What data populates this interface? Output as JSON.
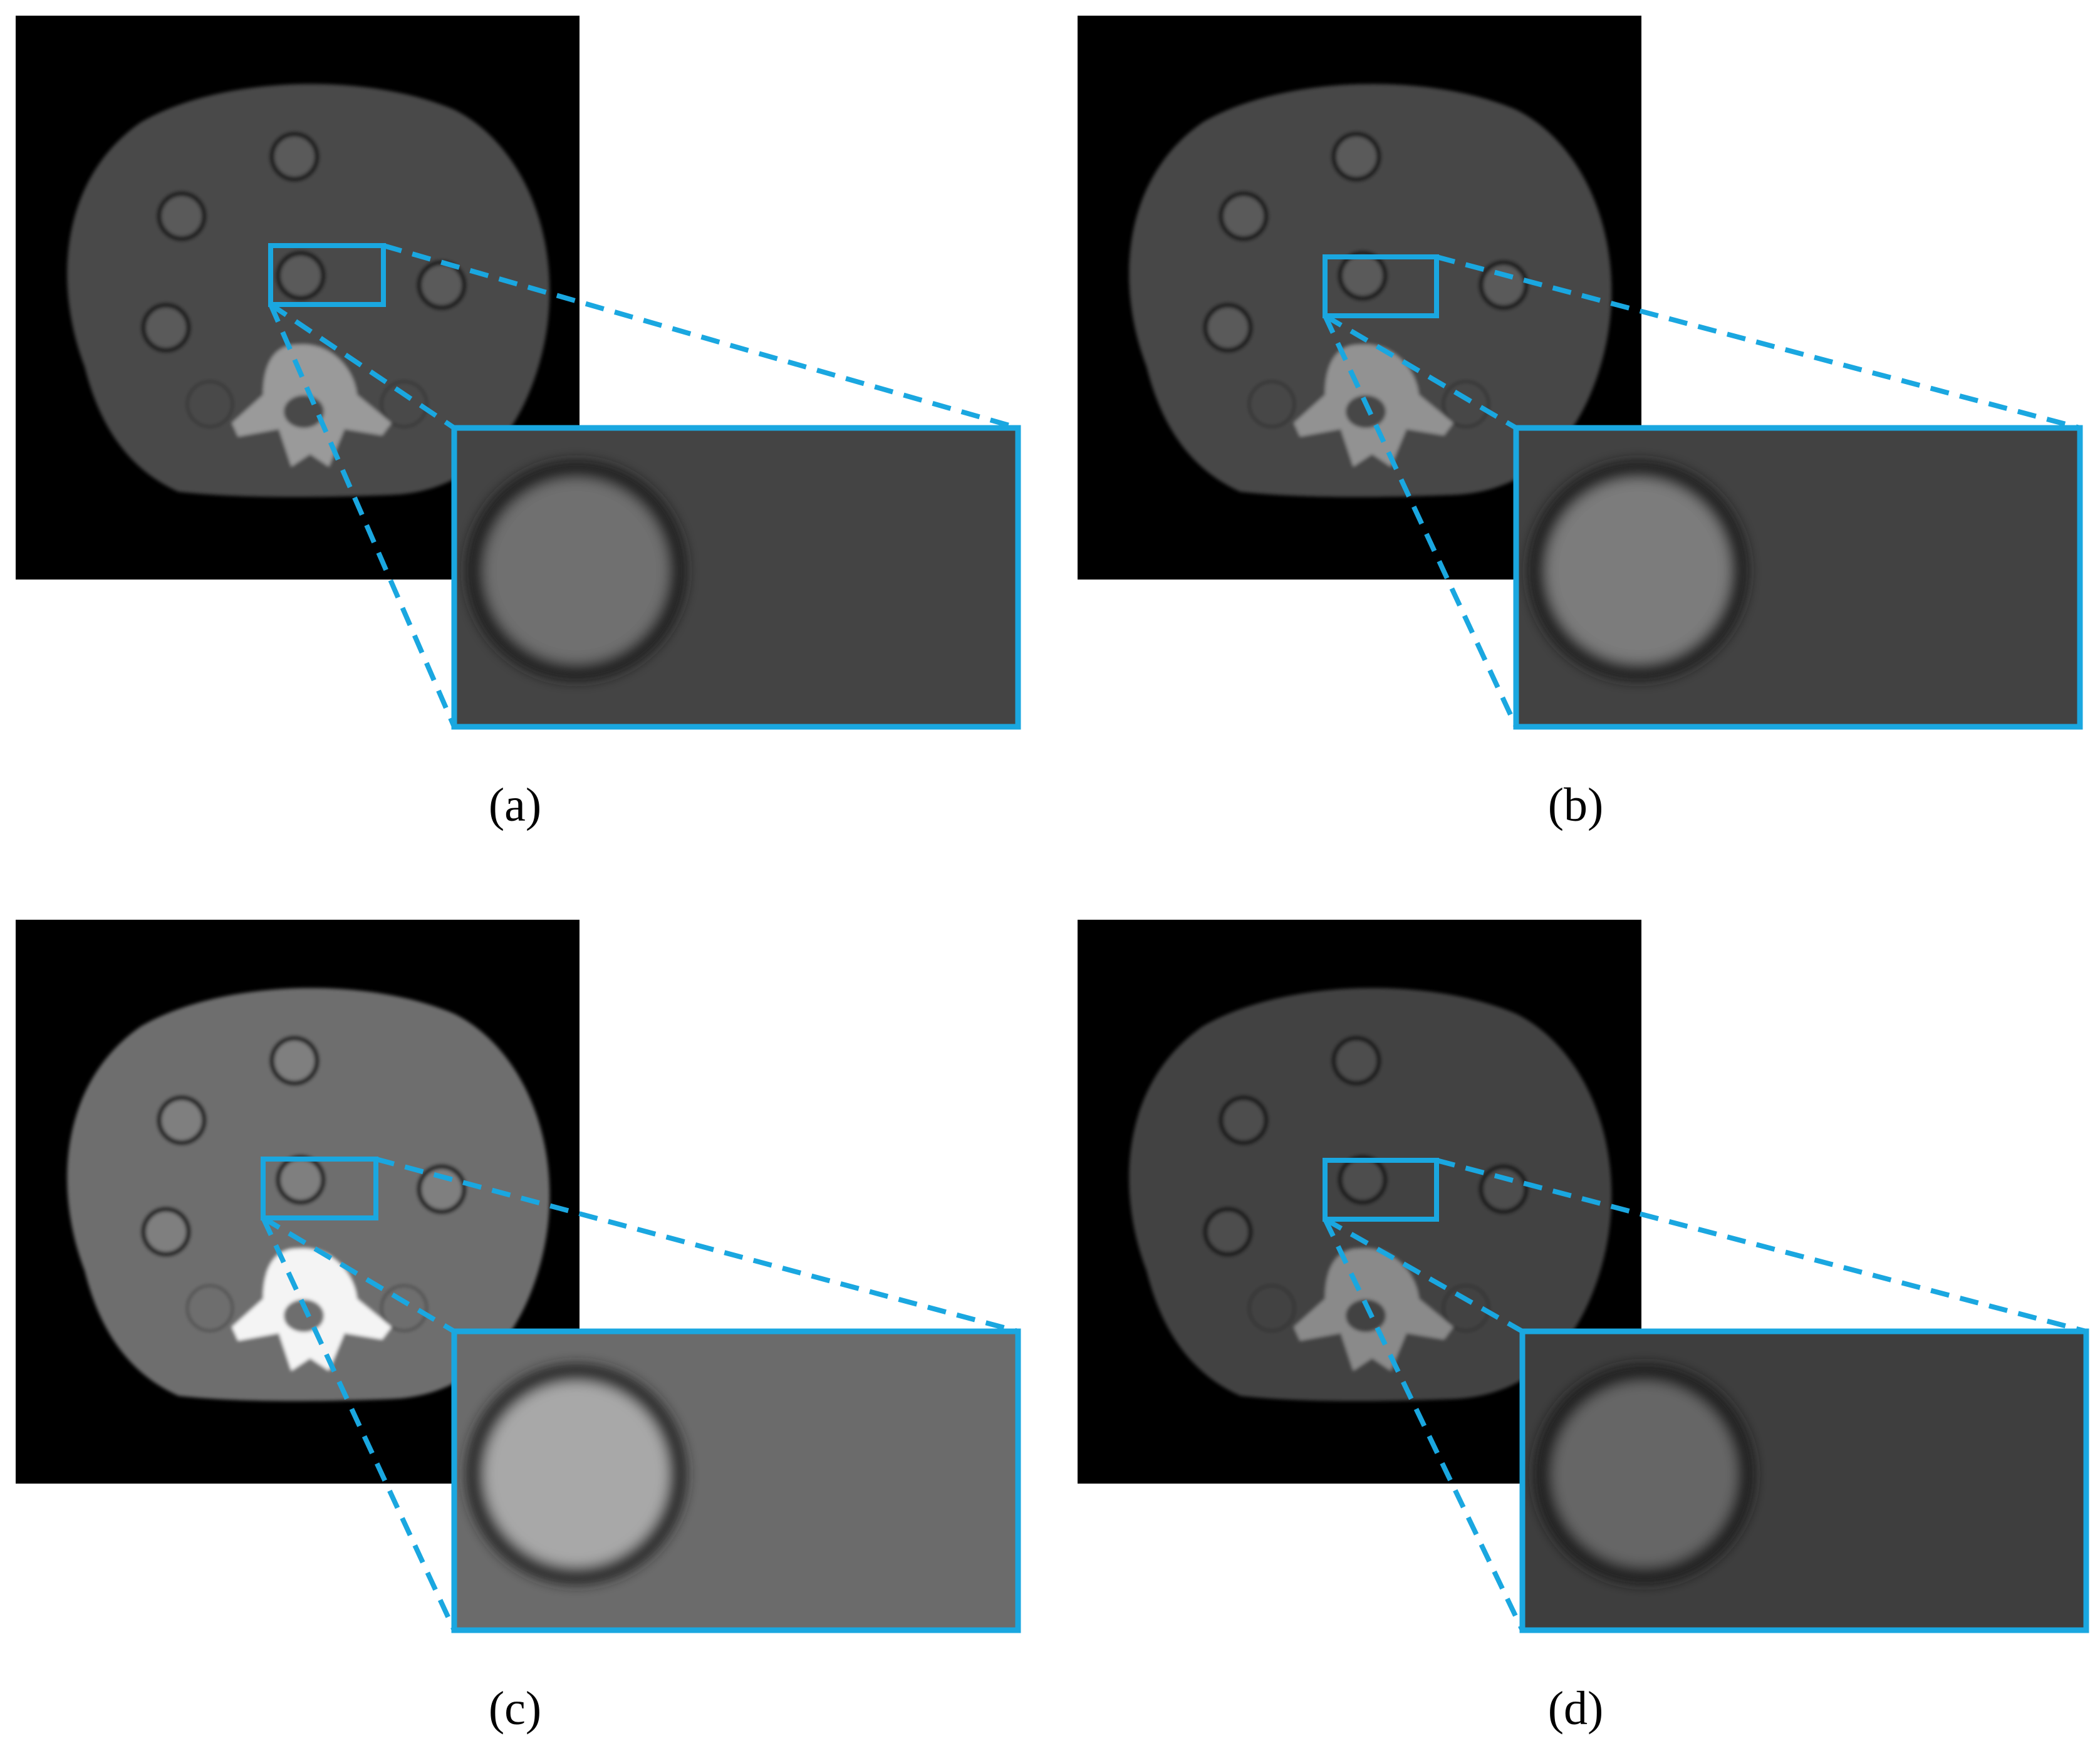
{
  "figure": {
    "panels": [
      {
        "id": "a",
        "caption": "(a)",
        "tone": {
          "body": "#4a4a4a",
          "bone": "#9a9a9a",
          "insert": "#5a5a5a",
          "ring": "#1c1c1c",
          "inner": "#707070",
          "zoom_bg": "#444444"
        }
      },
      {
        "id": "b",
        "caption": "(b)",
        "tone": {
          "body": "#474747",
          "bone": "#929292",
          "insert": "#5a5a5a",
          "ring": "#1a1a1a",
          "inner": "#7c7c7c",
          "zoom_bg": "#424242"
        }
      },
      {
        "id": "c",
        "caption": "(c)",
        "tone": {
          "body": "#6e6e6e",
          "bone": "#f4f4f4",
          "insert": "#7f7f7f",
          "ring": "#242424",
          "inner": "#a8a8a8",
          "zoom_bg": "#6b6b6b"
        }
      },
      {
        "id": "d",
        "caption": "(d)",
        "tone": {
          "body": "#424242",
          "bone": "#8a8a8a",
          "insert": "#4e4e4e",
          "ring": "#1a1a1a",
          "inner": "#666666",
          "zoom_bg": "#3e3e3e"
        }
      }
    ],
    "colors": {
      "highlight": "#1aa7e0",
      "image_bg": "#000000"
    }
  }
}
